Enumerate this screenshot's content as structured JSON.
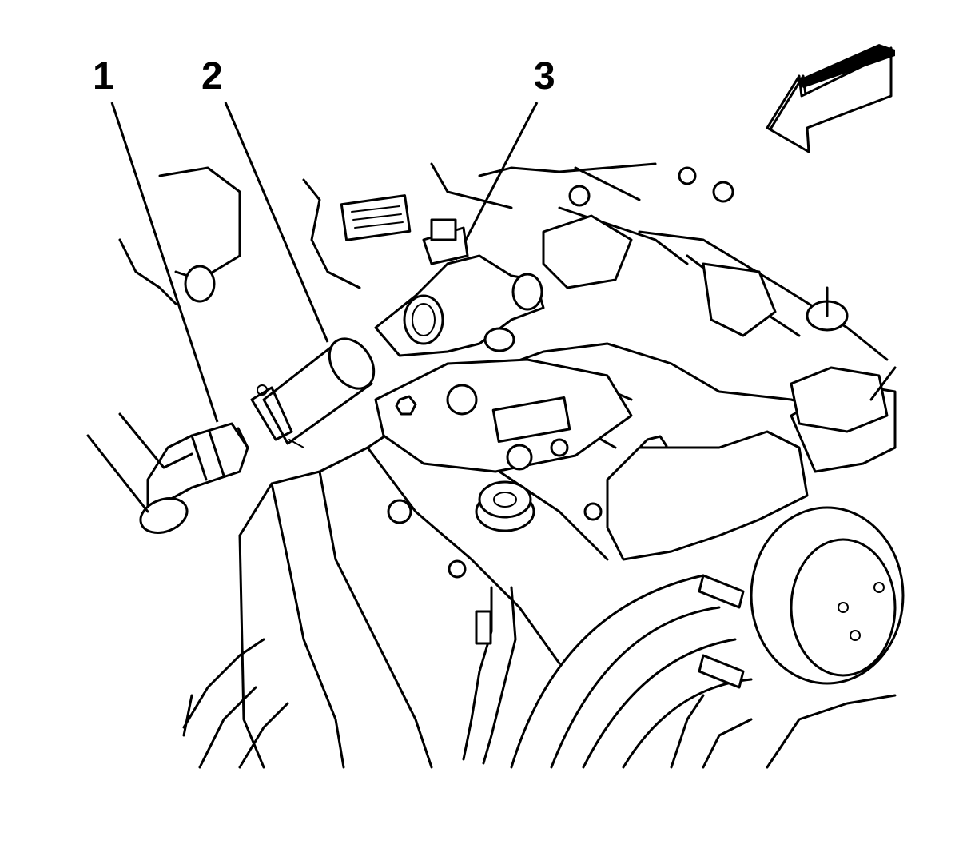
{
  "callouts": [
    {
      "id": "1",
      "label": "1"
    },
    {
      "id": "2",
      "label": "2"
    },
    {
      "id": "3",
      "label": "3"
    }
  ],
  "icons": {
    "view_arrow": "front-view-arrow-icon"
  }
}
